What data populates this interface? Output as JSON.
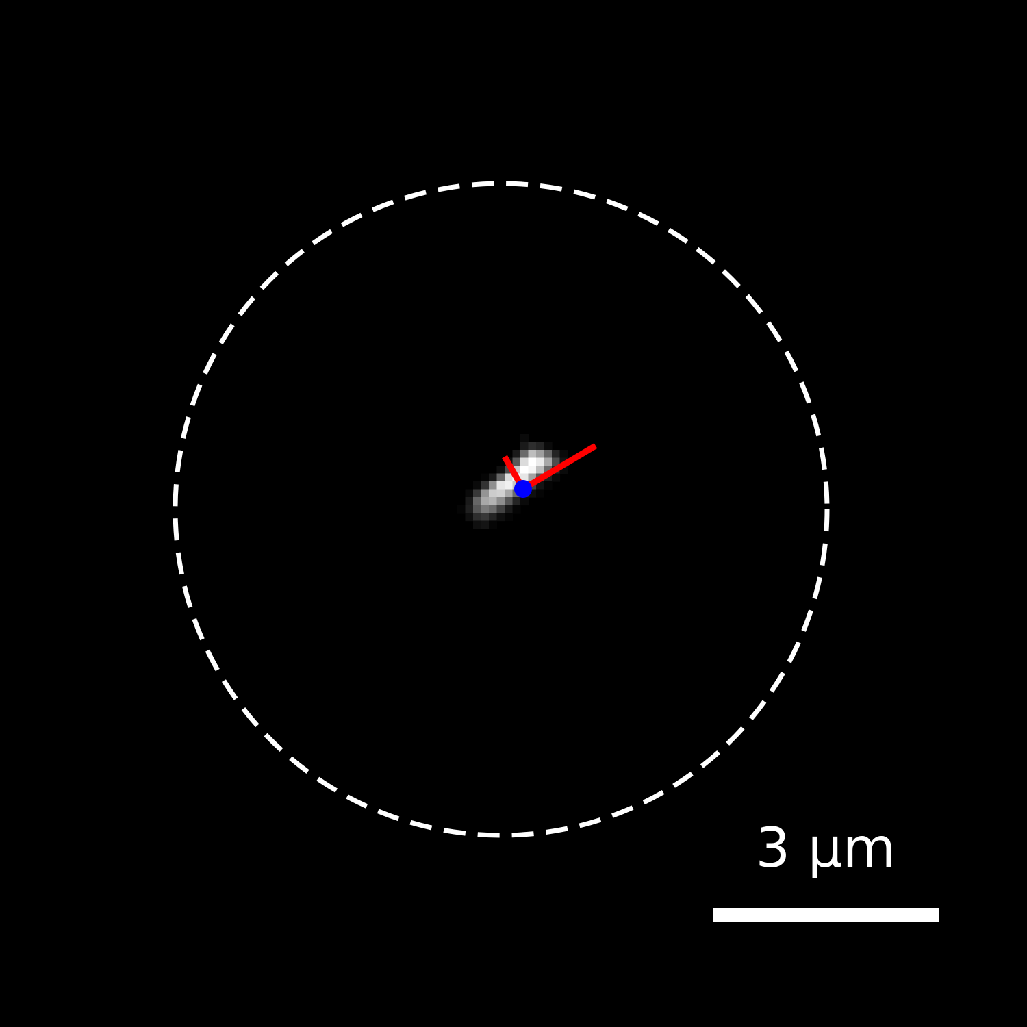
{
  "image": {
    "background": "#000000"
  },
  "roi_circle": {
    "style": "dashed",
    "color": "#ffffff"
  },
  "cell": {
    "intensity_rows": [
      [
        0.0,
        0.0,
        0.0,
        0.0,
        0.0,
        0.0,
        0.0,
        0.0,
        0.04,
        0.0,
        0.0,
        0.0,
        0.0,
        0.0,
        0.0,
        0.0
      ],
      [
        0.0,
        0.0,
        0.0,
        0.0,
        0.0,
        0.0,
        0.0,
        0.0,
        0.1,
        0.18,
        0.14,
        0.04,
        0.0,
        0.0,
        0.0,
        0.0
      ],
      [
        0.0,
        0.0,
        0.0,
        0.0,
        0.0,
        0.0,
        0.0,
        0.1,
        0.42,
        0.74,
        0.62,
        0.4,
        0.14,
        0.04,
        0.0,
        0.0
      ],
      [
        0.0,
        0.0,
        0.0,
        0.0,
        0.0,
        0.0,
        0.06,
        0.34,
        0.86,
        1.0,
        0.92,
        0.66,
        0.3,
        0.08,
        0.0,
        0.0
      ],
      [
        0.0,
        0.0,
        0.0,
        0.0,
        0.0,
        0.06,
        0.3,
        0.78,
        1.0,
        0.96,
        0.74,
        0.42,
        0.16,
        0.04,
        0.0,
        0.0
      ],
      [
        0.0,
        0.0,
        0.0,
        0.02,
        0.1,
        0.4,
        0.86,
        0.98,
        0.9,
        0.64,
        0.34,
        0.12,
        0.04,
        0.0,
        0.0,
        0.0
      ],
      [
        0.0,
        0.0,
        0.04,
        0.2,
        0.56,
        0.9,
        0.94,
        0.78,
        0.52,
        0.26,
        0.08,
        0.02,
        0.0,
        0.0,
        0.0,
        0.0
      ],
      [
        0.0,
        0.04,
        0.22,
        0.58,
        0.8,
        0.82,
        0.66,
        0.42,
        0.2,
        0.06,
        0.02,
        0.0,
        0.0,
        0.0,
        0.0,
        0.0
      ],
      [
        0.0,
        0.1,
        0.4,
        0.66,
        0.7,
        0.56,
        0.34,
        0.14,
        0.04,
        0.0,
        0.0,
        0.0,
        0.0,
        0.0,
        0.0,
        0.0
      ],
      [
        0.02,
        0.12,
        0.34,
        0.48,
        0.42,
        0.26,
        0.1,
        0.02,
        0.0,
        0.0,
        0.0,
        0.0,
        0.0,
        0.0,
        0.0,
        0.0
      ],
      [
        0.0,
        0.06,
        0.18,
        0.22,
        0.14,
        0.06,
        0.02,
        0.0,
        0.0,
        0.0,
        0.0,
        0.0,
        0.0,
        0.0,
        0.0,
        0.0
      ],
      [
        0.0,
        0.0,
        0.06,
        0.08,
        0.02,
        0.0,
        0.0,
        0.0,
        0.0,
        0.0,
        0.0,
        0.0,
        0.0,
        0.0,
        0.0,
        0.0
      ]
    ]
  },
  "axes": {
    "color": "#ff0000"
  },
  "centroid": {
    "color": "#0000ff"
  },
  "scale_bar": {
    "label": "3 µm",
    "color": "#ffffff"
  }
}
